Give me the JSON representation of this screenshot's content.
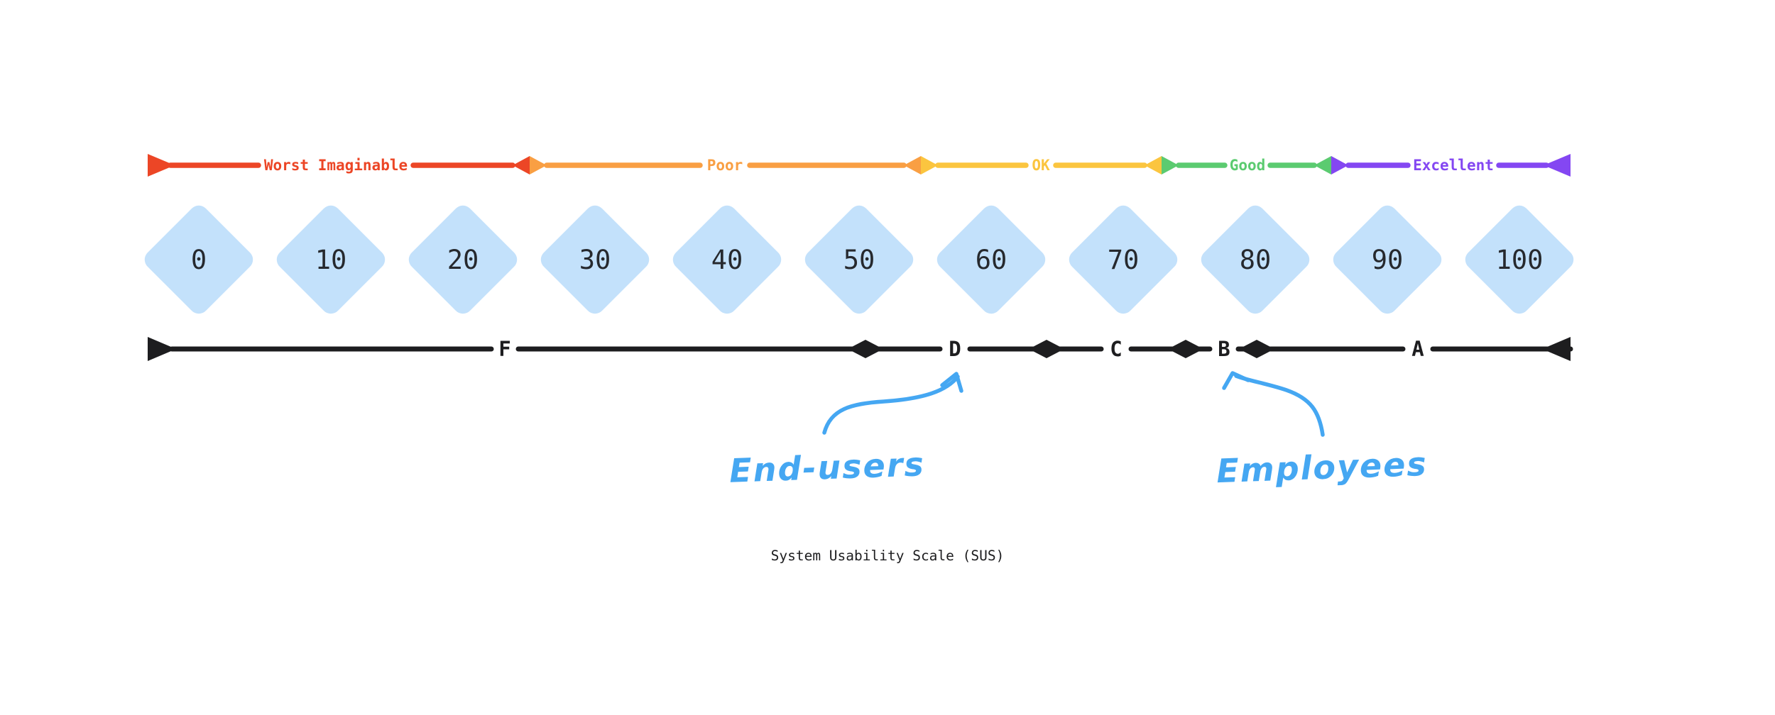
{
  "caption": "System Usability Scale (SUS)",
  "colors": {
    "worst": "#EC4626",
    "poor": "#F99F43",
    "ok": "#FBC53F",
    "good": "#5BCB70",
    "excellent": "#8447F2",
    "diamond_fill": "#C3E1FB",
    "diamond_text": "#26292E",
    "scale_line": "#1D1D1F",
    "annotation": "#45A7F2",
    "background": "#FFFFFF"
  },
  "adjective_scale": {
    "labels": [
      "Worst Imaginable",
      "Poor",
      "OK",
      "Good",
      "Excellent"
    ]
  },
  "score_scale": {
    "values": [
      "0",
      "10",
      "20",
      "30",
      "40",
      "50",
      "60",
      "70",
      "80",
      "90",
      "100"
    ]
  },
  "grade_scale": {
    "grades": [
      "F",
      "D",
      "C",
      "B",
      "A"
    ]
  },
  "annotations": {
    "end_users": "End-users",
    "employees": "Employees"
  }
}
